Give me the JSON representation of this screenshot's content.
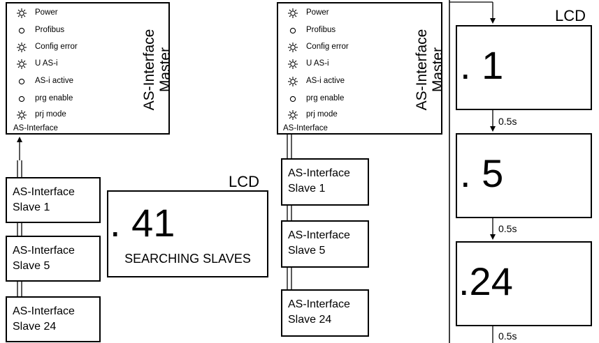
{
  "leds": [
    {
      "label": "Power",
      "state": "on"
    },
    {
      "label": "Profibus",
      "state": "off"
    },
    {
      "label": "Config error",
      "state": "on"
    },
    {
      "label": "U AS-i",
      "state": "on"
    },
    {
      "label": "AS-i active",
      "state": "off"
    },
    {
      "label": "prg enable",
      "state": "off"
    },
    {
      "label": "prj mode",
      "state": "on"
    }
  ],
  "leds_right": [
    {
      "label": "Power",
      "state": "on"
    },
    {
      "label": "Profibus",
      "state": "off"
    },
    {
      "label": "Config error",
      "state": "on"
    },
    {
      "label": "U AS-i",
      "state": "on"
    },
    {
      "label": "AS-i active",
      "state": "on"
    },
    {
      "label": "prg enable",
      "state": "off"
    },
    {
      "label": "prj mode",
      "state": "on"
    }
  ],
  "master": {
    "title_line1": "AS-Interface",
    "title_line2": "Master",
    "footer": "AS-Interface"
  },
  "slaves": [
    {
      "line1": "AS-Interface",
      "line2": "Slave 1"
    },
    {
      "line1": "AS-Interface",
      "line2": "Slave 5"
    },
    {
      "line1": "AS-Interface",
      "line2": "Slave 24"
    }
  ],
  "lcd_label": "LCD",
  "lcd_middle": {
    "value": ". 41",
    "status": "SEARCHING SLAVES"
  },
  "lcd_sequence": [
    ". 1",
    ". 5",
    ".24"
  ],
  "interval_label": "0.5s"
}
